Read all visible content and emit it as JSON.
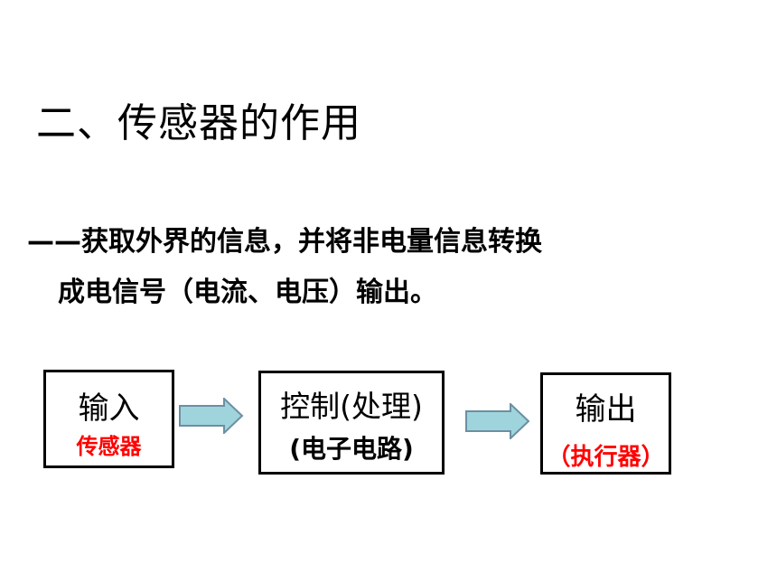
{
  "title": "二、传感器的作用",
  "description": {
    "line1": "——获取外界的信息，并将非电量信息转换",
    "line2": "成电信号（电流、电压）输出。"
  },
  "diagram": {
    "input": {
      "title": "输入",
      "sub": "传感器"
    },
    "control": {
      "title": "控制(处理)",
      "sub": "(电子电路)"
    },
    "output": {
      "title": "输出",
      "sub": "（执行器）"
    }
  },
  "colors": {
    "text": "#000000",
    "accent": "#ff0000",
    "arrow_fill": "#9fd4dc",
    "arrow_stroke": "#6b8fa3"
  }
}
